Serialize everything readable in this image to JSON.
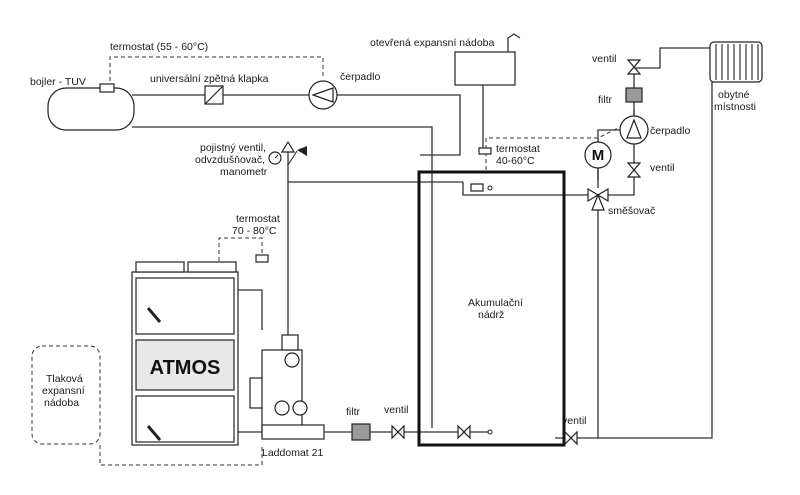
{
  "labels": {
    "bojler": "bojler - TUV",
    "termostat_top": "termostat (55 - 60°C)",
    "klapka": "universální zpětná klapka",
    "cerpadlo_top": "čerpadlo",
    "expansni_otevrena": "otevřená expansní nádoba",
    "pojistny_1": "pojistný ventil,",
    "pojistny_2": "odvzdušňovač,",
    "pojistny_3": "manometr",
    "termostat_nadrz_1": "termostat",
    "termostat_nadrz_2": "40-60°C",
    "termostat_kotel_1": "termostat",
    "termostat_kotel_2": "70 - 80°C",
    "ventil_r_top": "ventil",
    "filtr_r": "filtr",
    "cerpadlo_r": "čerpadlo",
    "ventil_r_mid": "ventil",
    "smesovac": "směšovač",
    "motor": "M",
    "obytne_1": "obytné",
    "obytne_2": "místnosti",
    "nadrz_1": "Akumulační",
    "nadrz_2": "nádrž",
    "atmos": "ATMOS",
    "tlakova_1": "Tlaková",
    "tlakova_2": "expansní",
    "tlakova_3": "nádoba",
    "laddomat": "Laddomat 21",
    "filtr_bottom": "filtr",
    "ventil_bottom": "ventil",
    "ventil_bottom_right": "ventil"
  }
}
